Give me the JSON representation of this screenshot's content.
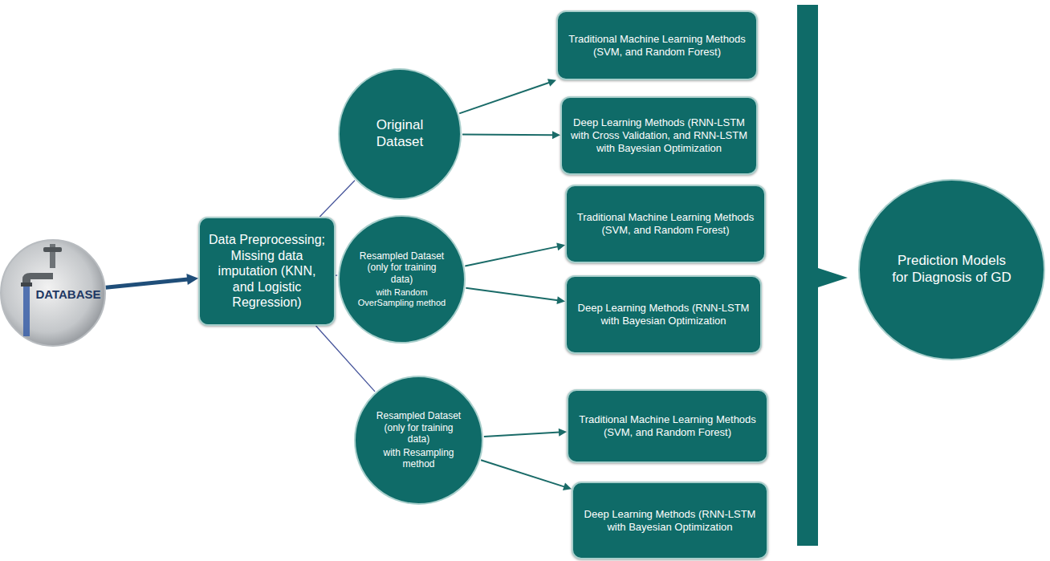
{
  "diagram": {
    "nodes": [
      {
        "text": [
          "DATABASE"
        ]
      },
      {
        "text": [
          "Data Preprocessing; Missing data imputation (KNN, and Logistic Regression)"
        ]
      },
      {
        "text": [
          "Original Dataset"
        ]
      },
      {
        "text": [
          "Traditional Machine Learning Methods (SVM, and Random Forest)"
        ]
      },
      {
        "text": [
          "Deep Learning Methods (RNN-LSTM with Cross Validation, and RNN-LSTM with Bayesian Optimization"
        ]
      },
      {
        "text": [
          "Resampled Dataset (only for training data)",
          "with Random OverSampling method"
        ]
      },
      {
        "text": [
          "Traditional Machine Learning Methods (SVM, and Random Forest)"
        ]
      },
      {
        "text": [
          "Deep Learning Methods (RNN-LSTM with Bayesian Optimization"
        ]
      },
      {
        "text": [
          "Resampled Dataset (only for training data)",
          "with Resampling method"
        ]
      },
      {
        "text": [
          "Traditional Machine Learning Methods (SVM, and Random Forest)"
        ]
      },
      {
        "text": [
          "Deep Learning Methods (RNN-LSTM with Bayesian Optimization"
        ]
      },
      {
        "text": [
          "Prediction Models for Diagnosis of GD"
        ]
      }
    ],
    "edges": [
      {
        "from": 0,
        "to": 1,
        "arrow": "to"
      },
      {
        "from": 1,
        "to": 2,
        "arrow": "none"
      },
      {
        "from": 1,
        "to": 5,
        "arrow": "none"
      },
      {
        "from": 1,
        "to": 8,
        "arrow": "none"
      },
      {
        "from": 2,
        "to": 3,
        "arrow": "to"
      },
      {
        "from": 2,
        "to": 4,
        "arrow": "to"
      },
      {
        "from": 5,
        "to": 6,
        "arrow": "to"
      },
      {
        "from": 5,
        "to": 7,
        "arrow": "to"
      },
      {
        "from": 8,
        "to": 9,
        "arrow": "to"
      },
      {
        "from": 8,
        "to": 10,
        "arrow": "to"
      }
    ]
  }
}
